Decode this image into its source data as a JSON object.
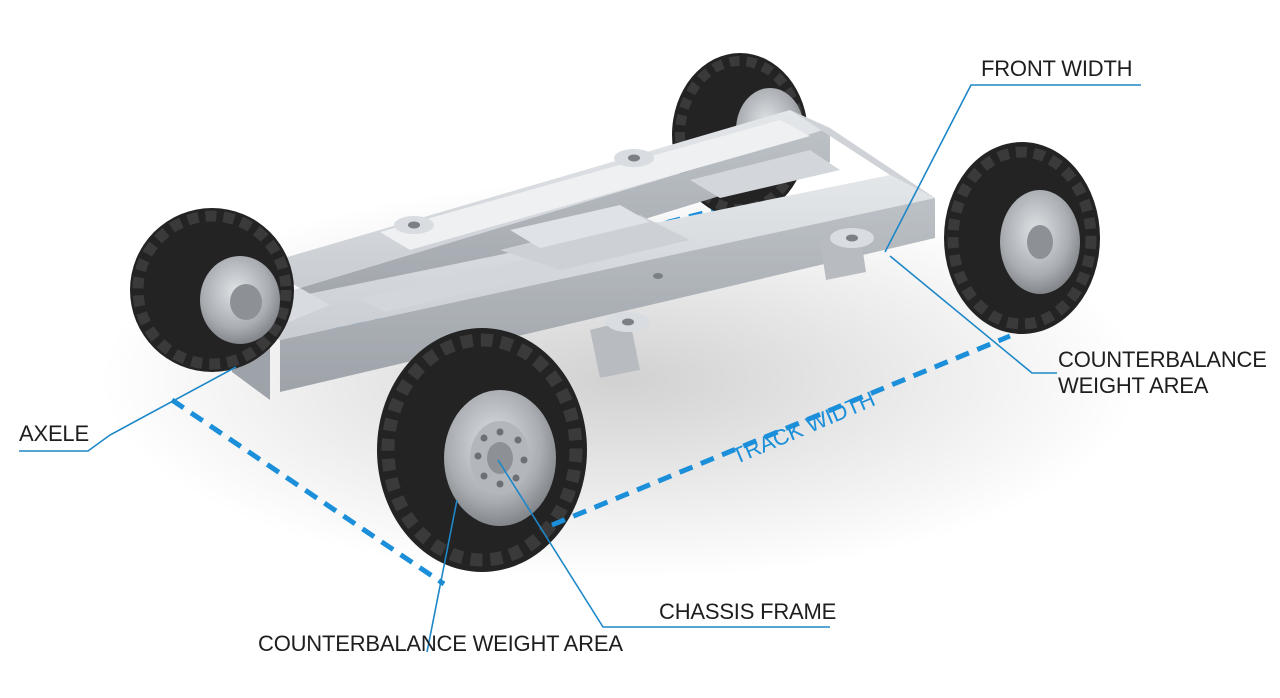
{
  "labels": {
    "front_width": "FRONT WIDTH",
    "counterbalance_right": [
      "COUNTERBALANCE",
      "WEIGHT AREA"
    ],
    "axele": "AXELE",
    "track_width": "TRACK WIDTH",
    "chassis_frame": "CHASSIS FRAME",
    "counterbalance_bottom": "COUNTERBALANCE WEIGHT AREA"
  },
  "colors": {
    "callout_line": "#1e87c8",
    "dimension_dash": "#1b8fd9",
    "frame_steel": "#c8ccd1",
    "tire": "#232323",
    "rim": "#a9adb2"
  }
}
